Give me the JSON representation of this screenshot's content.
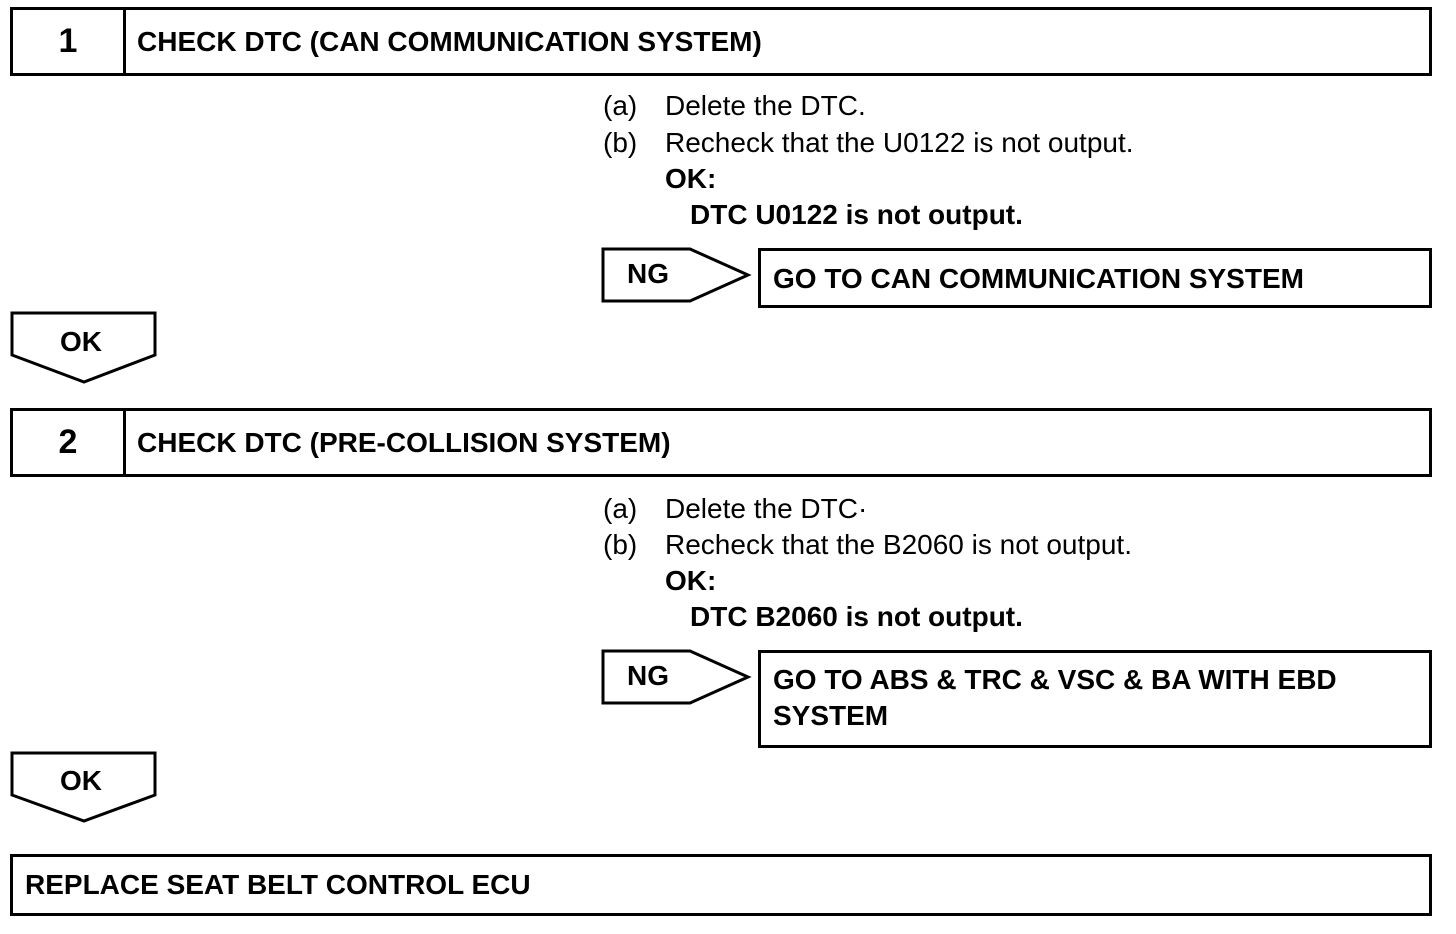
{
  "steps": [
    {
      "number": "1",
      "title": "CHECK DTC (CAN COMMUNICATION SYSTEM)",
      "instructions": [
        {
          "label": "(a)",
          "text": "Delete the DTC."
        },
        {
          "label": "(b)",
          "text": "Recheck that the U0122 is not output."
        }
      ],
      "ok_label": "OK:",
      "ok_condition": "DTC U0122 is not output.",
      "ng_label": "NG",
      "ng_action": "GO TO CAN COMMUNICATION SYSTEM",
      "ok_arrow": "OK"
    },
    {
      "number": "2",
      "title": "CHECK DTC (PRE-COLLISION SYSTEM)",
      "instructions": [
        {
          "label": "(a)",
          "text": "Delete the DTC·"
        },
        {
          "label": "(b)",
          "text": "Recheck that the B2060 is not output."
        }
      ],
      "ok_label": "OK:",
      "ok_condition": "DTC B2060 is not output.",
      "ng_label": "NG",
      "ng_action_line1": "GO TO ABS & TRC & VSC & BA WITH EBD",
      "ng_action_line2": "SYSTEM",
      "ok_arrow": "OK"
    }
  ],
  "final": "REPLACE SEAT BELT CONTROL ECU"
}
